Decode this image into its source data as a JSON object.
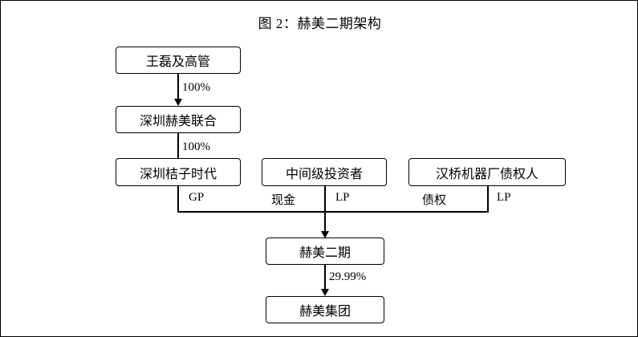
{
  "figure": {
    "title": "图 2：赫美二期架构"
  },
  "nodes": {
    "wanglei": "王磊及高管",
    "shenzhen_hemei": "深圳赫美联合",
    "shenzhen_juzi": "深圳桔子时代",
    "middle_investor": "中间级投资者",
    "hanqiao_creditor": "汉桥机器厂债权人",
    "hemei_phase2": "赫美二期",
    "hemei_group": "赫美集团"
  },
  "edge_labels": {
    "pct_100_top": "100%",
    "pct_100_mid": "100%",
    "gp": "GP",
    "cash": "现金",
    "lp_left": "LP",
    "debt": "债权",
    "lp_right": "LP",
    "pct_2999": "29.99%"
  }
}
